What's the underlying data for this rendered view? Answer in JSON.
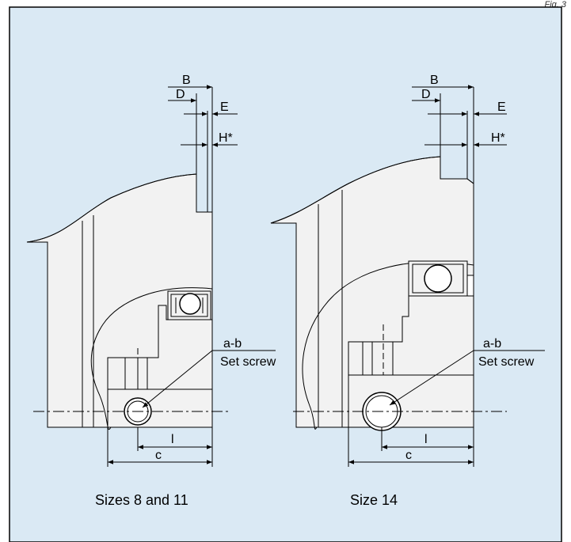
{
  "corner_text": "Fig. 3",
  "colors": {
    "panel": "#dae9f4",
    "part": "#f2f2f2",
    "line": "#000000"
  },
  "left": {
    "caption": "Sizes 8 and 11",
    "labels": {
      "B": "B",
      "D": "D",
      "E": "E",
      "H": "H*",
      "ab": "a-b",
      "screw": "Set screw",
      "l": "l",
      "c": "c"
    }
  },
  "right": {
    "caption": "Size 14",
    "labels": {
      "B": "B",
      "D": "D",
      "E": "E",
      "H": "H*",
      "ab": "a-b",
      "screw": "Set screw",
      "l": "l",
      "c": "c"
    }
  }
}
